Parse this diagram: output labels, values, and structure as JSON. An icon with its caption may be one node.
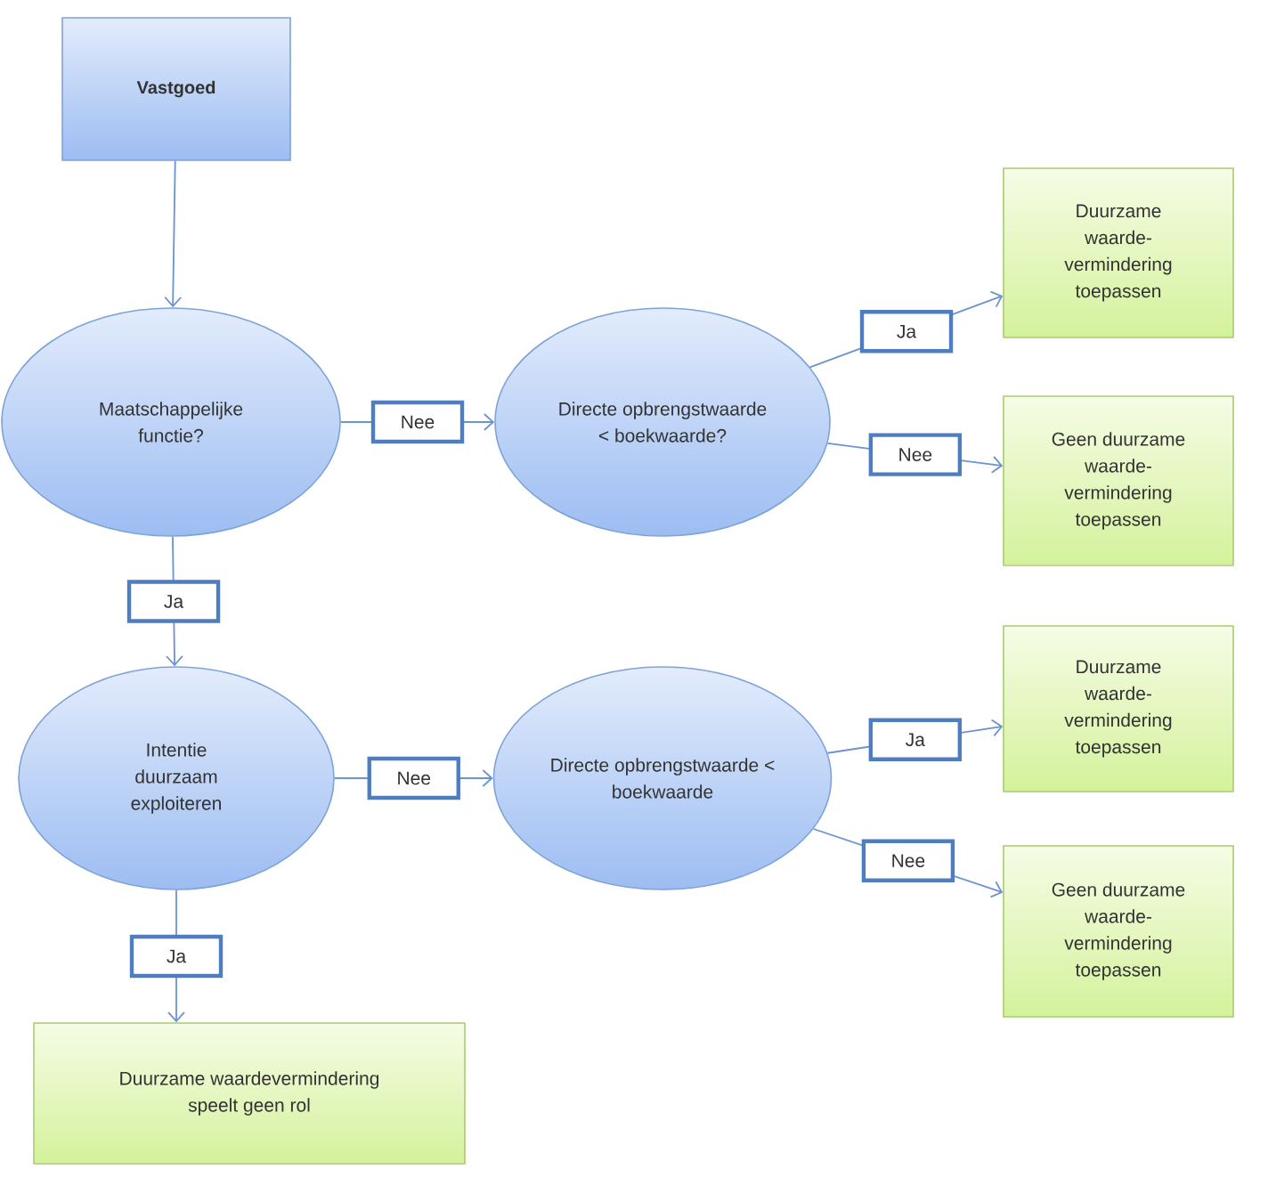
{
  "diagram": {
    "nodes": [
      {
        "text": [
          "Vastgoed"
        ]
      },
      {
        "text": [
          "Maatschappelijke functie?"
        ]
      },
      {
        "text": [
          "Directe opbrengstwaarde < boekwaarde?"
        ]
      },
      {
        "text": [
          "Duurzame waarde-vermindering toepassen"
        ]
      },
      {
        "text": [
          "Geen duurzame waarde-vermindering toepassen"
        ]
      },
      {
        "text": [
          "Intentie duurzaam exploiteren"
        ]
      },
      {
        "text": [
          "Directe opbrengstwaarde < boekwaarde"
        ]
      },
      {
        "text": [
          "Duurzame waarde-vermindering toepassen"
        ]
      },
      {
        "text": [
          "Geen duurzame waarde-vermindering toepassen"
        ]
      },
      {
        "text": [
          "Duurzame waardevermindering speelt geen rol"
        ]
      }
    ],
    "edges": [
      {
        "from": 0,
        "to": 1,
        "arrow": "to"
      },
      {
        "from": 1,
        "to": 2,
        "arrow": "to",
        "label": "Nee"
      },
      {
        "from": 1,
        "to": 5,
        "arrow": "to",
        "label": "Ja"
      },
      {
        "from": 2,
        "to": 3,
        "arrow": "to",
        "label": "Ja"
      },
      {
        "from": 2,
        "to": 4,
        "arrow": "to",
        "label": "Nee"
      },
      {
        "from": 5,
        "to": 6,
        "arrow": "to",
        "label": "Nee"
      },
      {
        "from": 5,
        "to": 9,
        "arrow": "to",
        "label": "Ja"
      },
      {
        "from": 6,
        "to": 7,
        "arrow": "to",
        "label": "Ja"
      },
      {
        "from": 6,
        "to": 8,
        "arrow": "to",
        "label": "Nee"
      }
    ]
  }
}
